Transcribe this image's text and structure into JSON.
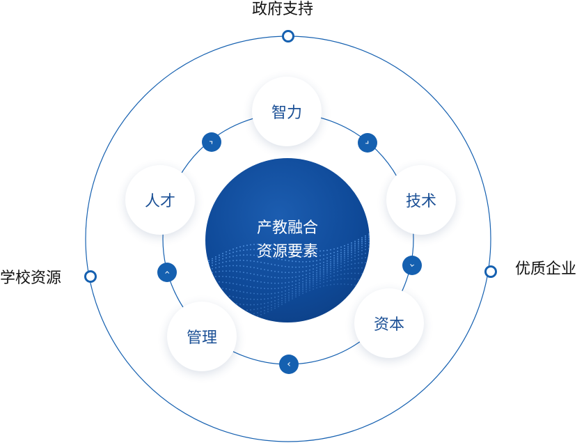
{
  "outer_labels": {
    "top": "政府支持",
    "left": "学校资源",
    "right": "优质企业"
  },
  "nodes": {
    "zhili": "智力",
    "jishu": "技术",
    "ziben": "资本",
    "guanli": "管理",
    "rencai": "人才"
  },
  "center": {
    "line1": "产教融合",
    "line2": "资源要素"
  },
  "arrows": {
    "a1": "›",
    "a2": "›",
    "a3": "›",
    "a4": "‹",
    "a5": "‹"
  },
  "colors": {
    "primary": "#1560b0",
    "node_text": "#1a4f95",
    "core": "#0f4a99"
  }
}
